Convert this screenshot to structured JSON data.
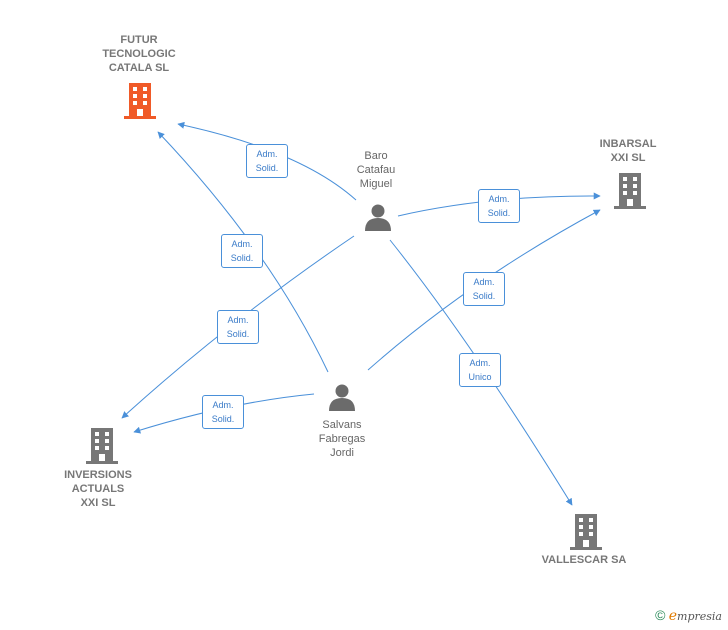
{
  "colors": {
    "edge": "#4a90d9",
    "company": "#777777",
    "highlight": "#f05a28",
    "person": "#6b6b6b"
  },
  "nodes": {
    "futur": {
      "label": "FUTUR\nTECNOLOGIC\nCATALA SL",
      "icon": "building-icon"
    },
    "inbarsal": {
      "label": "INBARSAL\nXXI SL",
      "icon": "building-icon"
    },
    "inversions": {
      "label": "INVERSIONS\nACTUALS\nXXI SL",
      "icon": "building-icon"
    },
    "vallescar": {
      "label": "VALLESCAR SA",
      "icon": "building-icon"
    },
    "baro": {
      "label": "Baro\nCatafau\nMiguel",
      "icon": "person-icon"
    },
    "salvans": {
      "label": "Salvans\nFabregas\nJordi",
      "icon": "person-icon"
    }
  },
  "edges": {
    "baro_futur": "Adm.\nSolid.",
    "baro_inbarsal": "Adm.\nSolid.",
    "baro_inversions": "Adm.\nSolid.",
    "baro_vallescar": "Adm.\nUnico",
    "salvans_futur": "Adm.\nSolid.",
    "salvans_inbarsal": "Adm.\nSolid.",
    "salvans_inversions": "Adm.\nSolid."
  },
  "footer": {
    "copyright": "©",
    "brand_initial": "e",
    "brand_rest": "mpresia"
  }
}
